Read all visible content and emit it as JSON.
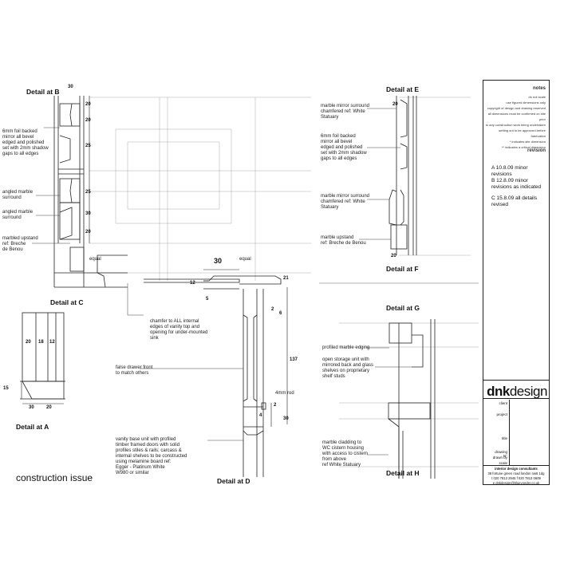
{
  "details": {
    "a": "Detail at A",
    "b": "Detail at B",
    "c": "Detail at C",
    "d": "Detail at D",
    "e": "Detail at E",
    "f": "Detail at F",
    "g": "Detail at G",
    "h": "Detail at H"
  },
  "labels": {
    "b_mirror": "6mm foil backed\nmirror all bevel\nedged and polished\nset with 2mm shadow\ngaps to all edges",
    "b_angled1": "angled marble\nsurround",
    "b_angled2": "angled marble\nsurround",
    "b_upstand": "marbled upstand\nref: Breche\nde Benou",
    "equal_left": "equal",
    "equal_right": "equal",
    "chamfer": "chamfer to ALL internal\nedges of vanity top and\nopening for under-mounted\nsink",
    "false_drawer": "false drawer front\nto match others",
    "vanity": "vanity base unit with profiled\ntimber framed doors with solid\nprofiles stiles & rails; carcass &\ninternal shelves to be constructed\nusing melamine board ref:\nEgger - Platinum White\nW980 or similar",
    "rod": "4mm rod",
    "e_surround1": "marble mirror surround\nchamfered ref: White\nStatuary",
    "e_mirror": "6mm foil backed\nmirror all bevel\nedged and polished\nset with 2mm shadow\ngaps to all edges",
    "e_surround2": "marble mirror surround\nchamfered ref: White\nStatuary",
    "e_upstand": "marble upstand\nref: Breche de Benou",
    "g_edging": "profiled marble edging",
    "g_storage": "open storage unit with\nmirrored back and glass\nshelves on proprietary\nshelf studs",
    "h_cladding": "marble cladding to\nWC cistern housing\nwith access to cistern\nfrom above\nref White Statuary"
  },
  "dims": {
    "b_30": "30",
    "b_20a": "20",
    "b_20b": "20",
    "b_25a": "25",
    "b_25b": "25",
    "b_30b": "30",
    "b_20c": "20",
    "a_20": "20",
    "a_18": "18",
    "a_12": "12",
    "a_15": "15",
    "a_30": "30",
    "a_20b": "20",
    "c_30": "30",
    "c_12": "12",
    "c_5": "5",
    "c_21": "21",
    "d_2a": "2",
    "d_6": "6",
    "d_137": "137",
    "d_2b": "2",
    "d_4": "4",
    "d_30": "30",
    "e_20": "20",
    "f_20": "20"
  },
  "notes": {
    "heading": "notes",
    "lines": [
      "do not scale",
      "use figured dimensions only",
      "copyright of design and drawing reserved",
      "all dimensions must be confirmed on site",
      "prior",
      "to any construction work being undertaken",
      "setting out to be approved before",
      "fabrication",
      "* indicates site dimension",
      "** indicates a critical dimension"
    ],
    "revision_heading": "revision"
  },
  "revisions": [
    "A  10.8.09 minor revisions",
    "B  12.8.09 minor revisions as indicated",
    "C  15.8.09 all details revised"
  ],
  "logo": {
    "bold": "dnk",
    "light": "design"
  },
  "fields": [
    "client",
    "project",
    "title",
    "drawing N°",
    "drawn by",
    "scale"
  ],
  "company": {
    "name": "interior design consultants",
    "address": "38 fortune green road london nw6 1dg",
    "phone": "t 020 7813 2945  f 020 7813 0609",
    "email": "e dnkdesign@blueyonder.co.uk"
  },
  "issue": "construction issue"
}
